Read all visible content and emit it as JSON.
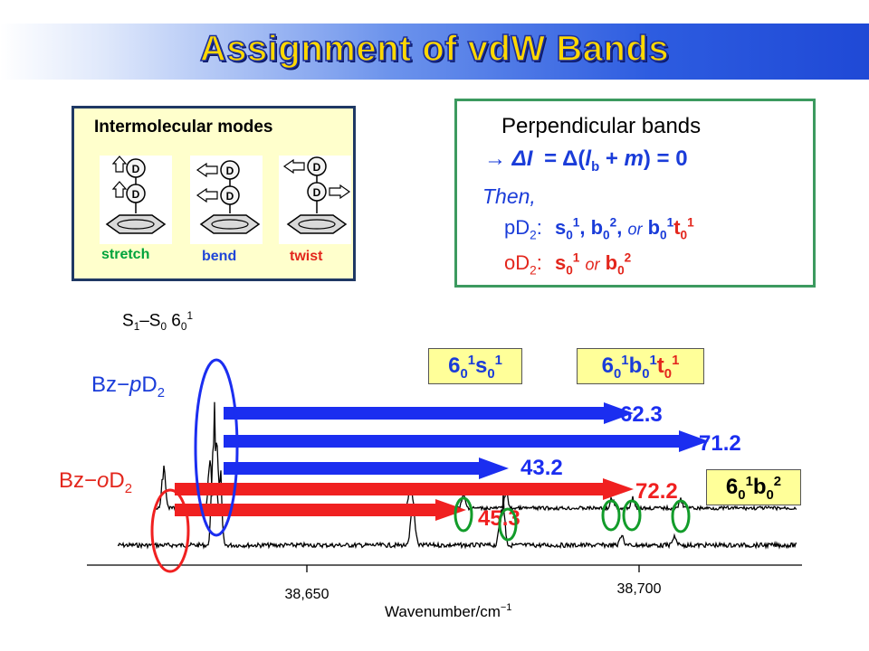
{
  "slide": {
    "title": "Assignment of vdW Bands"
  },
  "modes_box": {
    "title": "Intermolecular modes",
    "atom_label": "D",
    "labels": {
      "stretch": "stretch",
      "bend": "bend",
      "twist": "twist"
    }
  },
  "rule_box": {
    "title": "Perpendicular bands",
    "arrow": "→",
    "eq_lhs": "ΔI",
    "eq_equals": "=",
    "eq_delta": "Δ(",
    "eq_lb": "l",
    "eq_lb_sub": "b",
    "eq_plus": " + ",
    "eq_m": "m",
    "eq_rest": ") = 0",
    "then": "Then,",
    "pd2": {
      "label": "pD",
      "label_sub": "2",
      "colon": ":",
      "s": "s",
      "s_sub": "0",
      "s_sup": "1",
      "comma1": ", ",
      "b": "b",
      "b_sub": "0",
      "b_sup": "2",
      "comma2": ", ",
      "or": "or",
      "b2": "b",
      "b2_sub": "0",
      "b2_sup": "1",
      "t": "t",
      "t_sub": "0",
      "t_sup": "1"
    },
    "od2": {
      "label": "oD",
      "label_sub": "2",
      "colon": ":",
      "s": "s",
      "s_sub": "0",
      "s_sup": "1",
      "or": "or",
      "b": "b",
      "b_sub": "0",
      "b_sup": "2"
    }
  },
  "spectrum": {
    "origin": {
      "prefix": "S",
      "sub1": "1",
      "dash": "–S",
      "sub0": "0",
      "mid": " 6",
      "sub6": "0",
      "sup6": "1"
    },
    "bz_pd2": {
      "text": "Bz−",
      "italic": "p",
      "d": "D",
      "sub": "2"
    },
    "bz_od2": {
      "text": "Bz−",
      "italic": "o",
      "d": "D",
      "sub": "2"
    },
    "tag_s": {
      "n": "6",
      "n_sub": "0",
      "n_sup": "1",
      "s": "s",
      "s_sub": "0",
      "s_sup": "1"
    },
    "tag_bt": {
      "n": "6",
      "n_sub": "0",
      "n_sup": "1",
      "b": "b",
      "b_sub": "0",
      "b_sup": "1",
      "t": "t",
      "t_sub": "0",
      "t_sup": "1"
    },
    "tag_b2": {
      "n": "6",
      "n_sub": "0",
      "n_sup": "1",
      "b": "b",
      "b_sub": "0",
      "b_sup": "2"
    },
    "shifts": {
      "blue": [
        "62.3",
        "71.2",
        "43.2"
      ],
      "red": [
        "72.2",
        "45.3"
      ]
    },
    "xaxis": {
      "label": "Wavenumber/cm",
      "unit_sup": "−1",
      "ticks": [
        "38,650",
        "38,700"
      ]
    },
    "colors": {
      "blue": "#1b2ef0",
      "red": "#f02020",
      "green": "#129c2a"
    }
  }
}
